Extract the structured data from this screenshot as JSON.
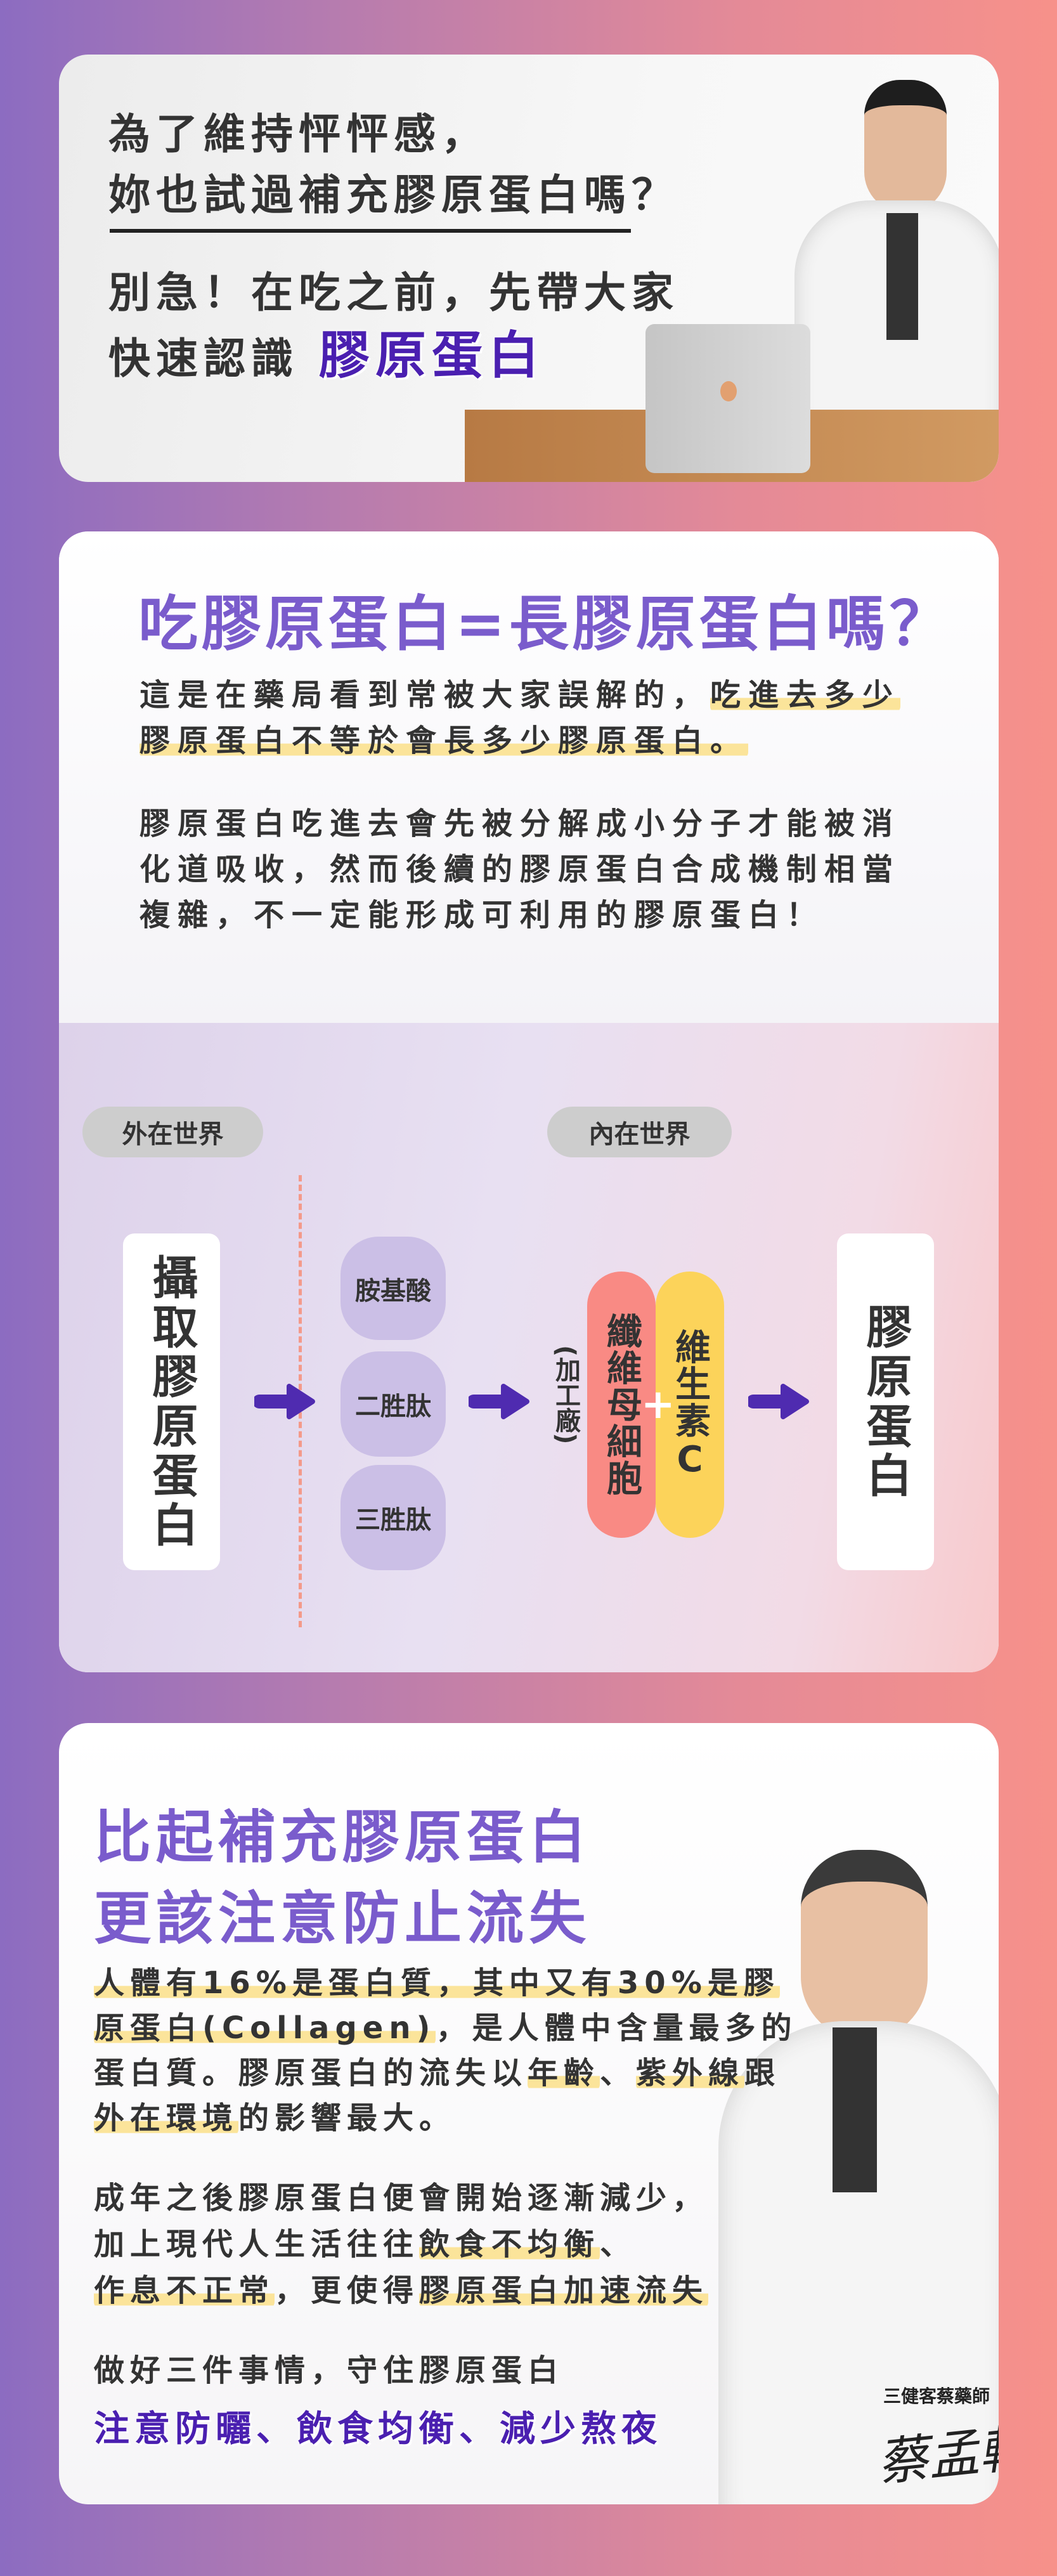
{
  "hero": {
    "line1": "為了維持怦怦感，",
    "line2": "妳也試過補充膠原蛋白嗎？",
    "line3": "別急！在吃之前，先帶大家",
    "line4_prefix": "快速認識",
    "line4_highlight": "膠原蛋白"
  },
  "section1": {
    "title": "吃膠原蛋白=長膠原蛋白嗎？",
    "p1": [
      [
        {
          "text": "這是在藥局看到常被大家誤解的，"
        },
        {
          "text": "吃進去多少",
          "hl": true
        }
      ],
      [
        {
          "text": "膠原蛋白不等於會長多少膠原蛋白。",
          "hl": true
        }
      ]
    ],
    "p2": [
      "膠原蛋白吃進去會先被分解成小分子才能被消",
      "化道吸收，然而後續的膠原蛋白合成機制相當",
      "複雜，不一定能形成可利用的膠原蛋白！"
    ]
  },
  "diagram": {
    "outer_world": "外在世界",
    "inner_world": "內在世界",
    "intake": "攝取膠原蛋白",
    "peptides": [
      "胺基酸",
      "二胜肽",
      "三胜肽"
    ],
    "factory": "(加工廠)",
    "fibroblast": "纖維母細胞",
    "plus": "+",
    "vitamin_c": "維生素C",
    "result": "膠原蛋白",
    "colors": {
      "arrow": "#4f2bb0",
      "fibroblast": "#f98a84",
      "vitamin": "#fcd35a",
      "peptide": "#cbbfe6",
      "dash": "#f49a8a"
    }
  },
  "section2": {
    "title_line1": "比起補充膠原蛋白",
    "title_line2": "更該注意防止流失",
    "p1": [
      [
        {
          "text": "人體有16%是蛋白質，其中又有30%是膠",
          "hl": true
        }
      ],
      [
        {
          "text": "原蛋白(Collagen)",
          "hl": true
        },
        {
          "text": "，是人體中含量最多的"
        }
      ],
      [
        {
          "text": "蛋白質。膠原蛋白的流失以"
        },
        {
          "text": "年齡",
          "hl": true
        },
        {
          "text": "、"
        },
        {
          "text": "紫外線",
          "hl": true
        },
        {
          "text": "跟"
        }
      ],
      [
        {
          "text": "外在環境",
          "hl": true
        },
        {
          "text": "的影響最大。"
        }
      ]
    ],
    "p2": [
      [
        {
          "text": "成年之後膠原蛋白便會開始逐漸減少，"
        }
      ],
      [
        {
          "text": "加上現代人生活往往"
        },
        {
          "text": "飲食不均衡",
          "hl": true
        },
        {
          "text": "、"
        }
      ],
      [
        {
          "text": "作息不正常",
          "hl": true
        },
        {
          "text": "，更使得"
        },
        {
          "text": "膠原蛋白加速流失",
          "hl": true
        }
      ]
    ],
    "p3": "做好三件事情，守住膠原蛋白",
    "tagline": "注意防曬、飲食均衡、減少熬夜",
    "signature_title": "三健客蔡藥師",
    "signature_script": "蔡孟軒"
  }
}
